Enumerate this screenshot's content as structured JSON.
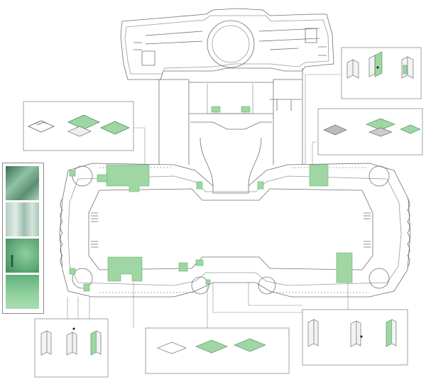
{
  "diagram": {
    "kind": "annotated-architectural-floor-plan",
    "colors": {
      "line": "#6f6f6f",
      "wall": "#9a9a9a",
      "highlight": "#9fd6a3",
      "highlight_dark": "#5fb56a",
      "panel_border": "#8a8a8a",
      "photo_green_1": "#6fa887",
      "photo_green_2": "#c8d8cf",
      "photo_green_3": "#6eaa7c",
      "photo_green_4": "#7fc08d"
    },
    "photos": [
      "glass-corridor-photo",
      "translucent-curtain-photo",
      "green-fog-figure-photo",
      "green-gradient-photo"
    ],
    "detail_panels": [
      "callout-top-left",
      "callout-top-right-upper",
      "callout-top-right-lower",
      "callout-bottom-left",
      "callout-bottom-center",
      "callout-bottom-right"
    ]
  }
}
